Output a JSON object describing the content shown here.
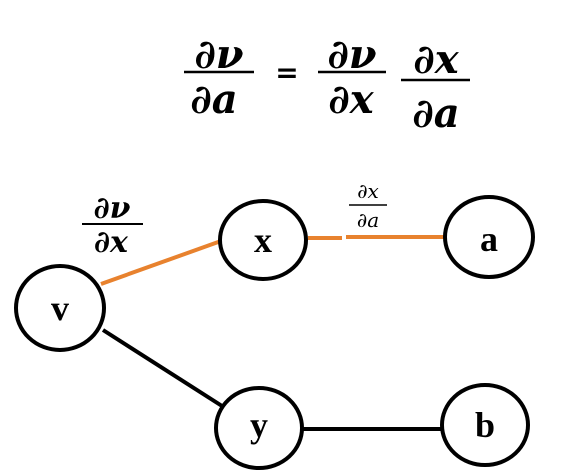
{
  "equation": {
    "lhs_num": "∂ν",
    "lhs_den": "∂a",
    "equals": "=",
    "rhs1_num": "∂ν",
    "rhs1_den": "∂x",
    "rhs2_num": "∂x",
    "rhs2_den": "∂a"
  },
  "graph": {
    "nodes": {
      "v": "v",
      "x": "x",
      "a": "a",
      "y": "y",
      "b": "b"
    },
    "edge_labels": {
      "v_x_num": "∂ν",
      "v_x_den": "∂x",
      "x_a_num": "∂x",
      "x_a_den": "∂a"
    }
  },
  "colors": {
    "highlight_edge": "#e8822e",
    "normal_edge": "#000000",
    "node_stroke": "#000000",
    "node_fill": "#ffffff"
  }
}
